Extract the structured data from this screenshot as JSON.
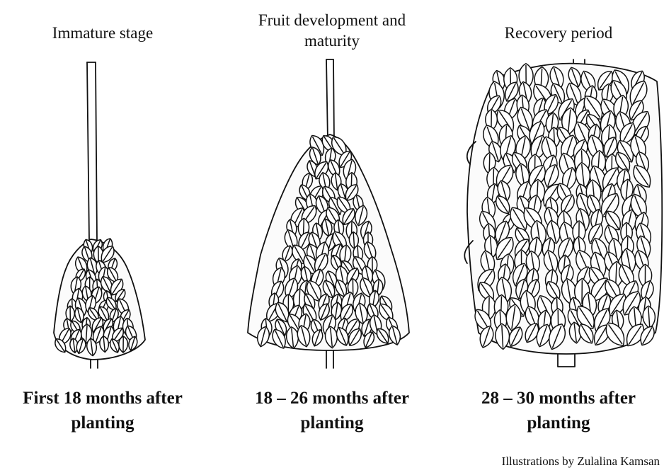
{
  "stages": [
    {
      "title_lines": [
        "Immature stage"
      ],
      "caption_lines": [
        "First 18 months after",
        "planting"
      ]
    },
    {
      "title_lines": [
        "Fruit development and",
        "maturity"
      ],
      "caption_lines": [
        "18 – 26 months after",
        "planting"
      ]
    },
    {
      "title_lines": [
        "Recovery period"
      ],
      "caption_lines": [
        "28 – 30 months after",
        "planting"
      ]
    }
  ],
  "credit": "Illustrations by Zulalina Kamsan"
}
